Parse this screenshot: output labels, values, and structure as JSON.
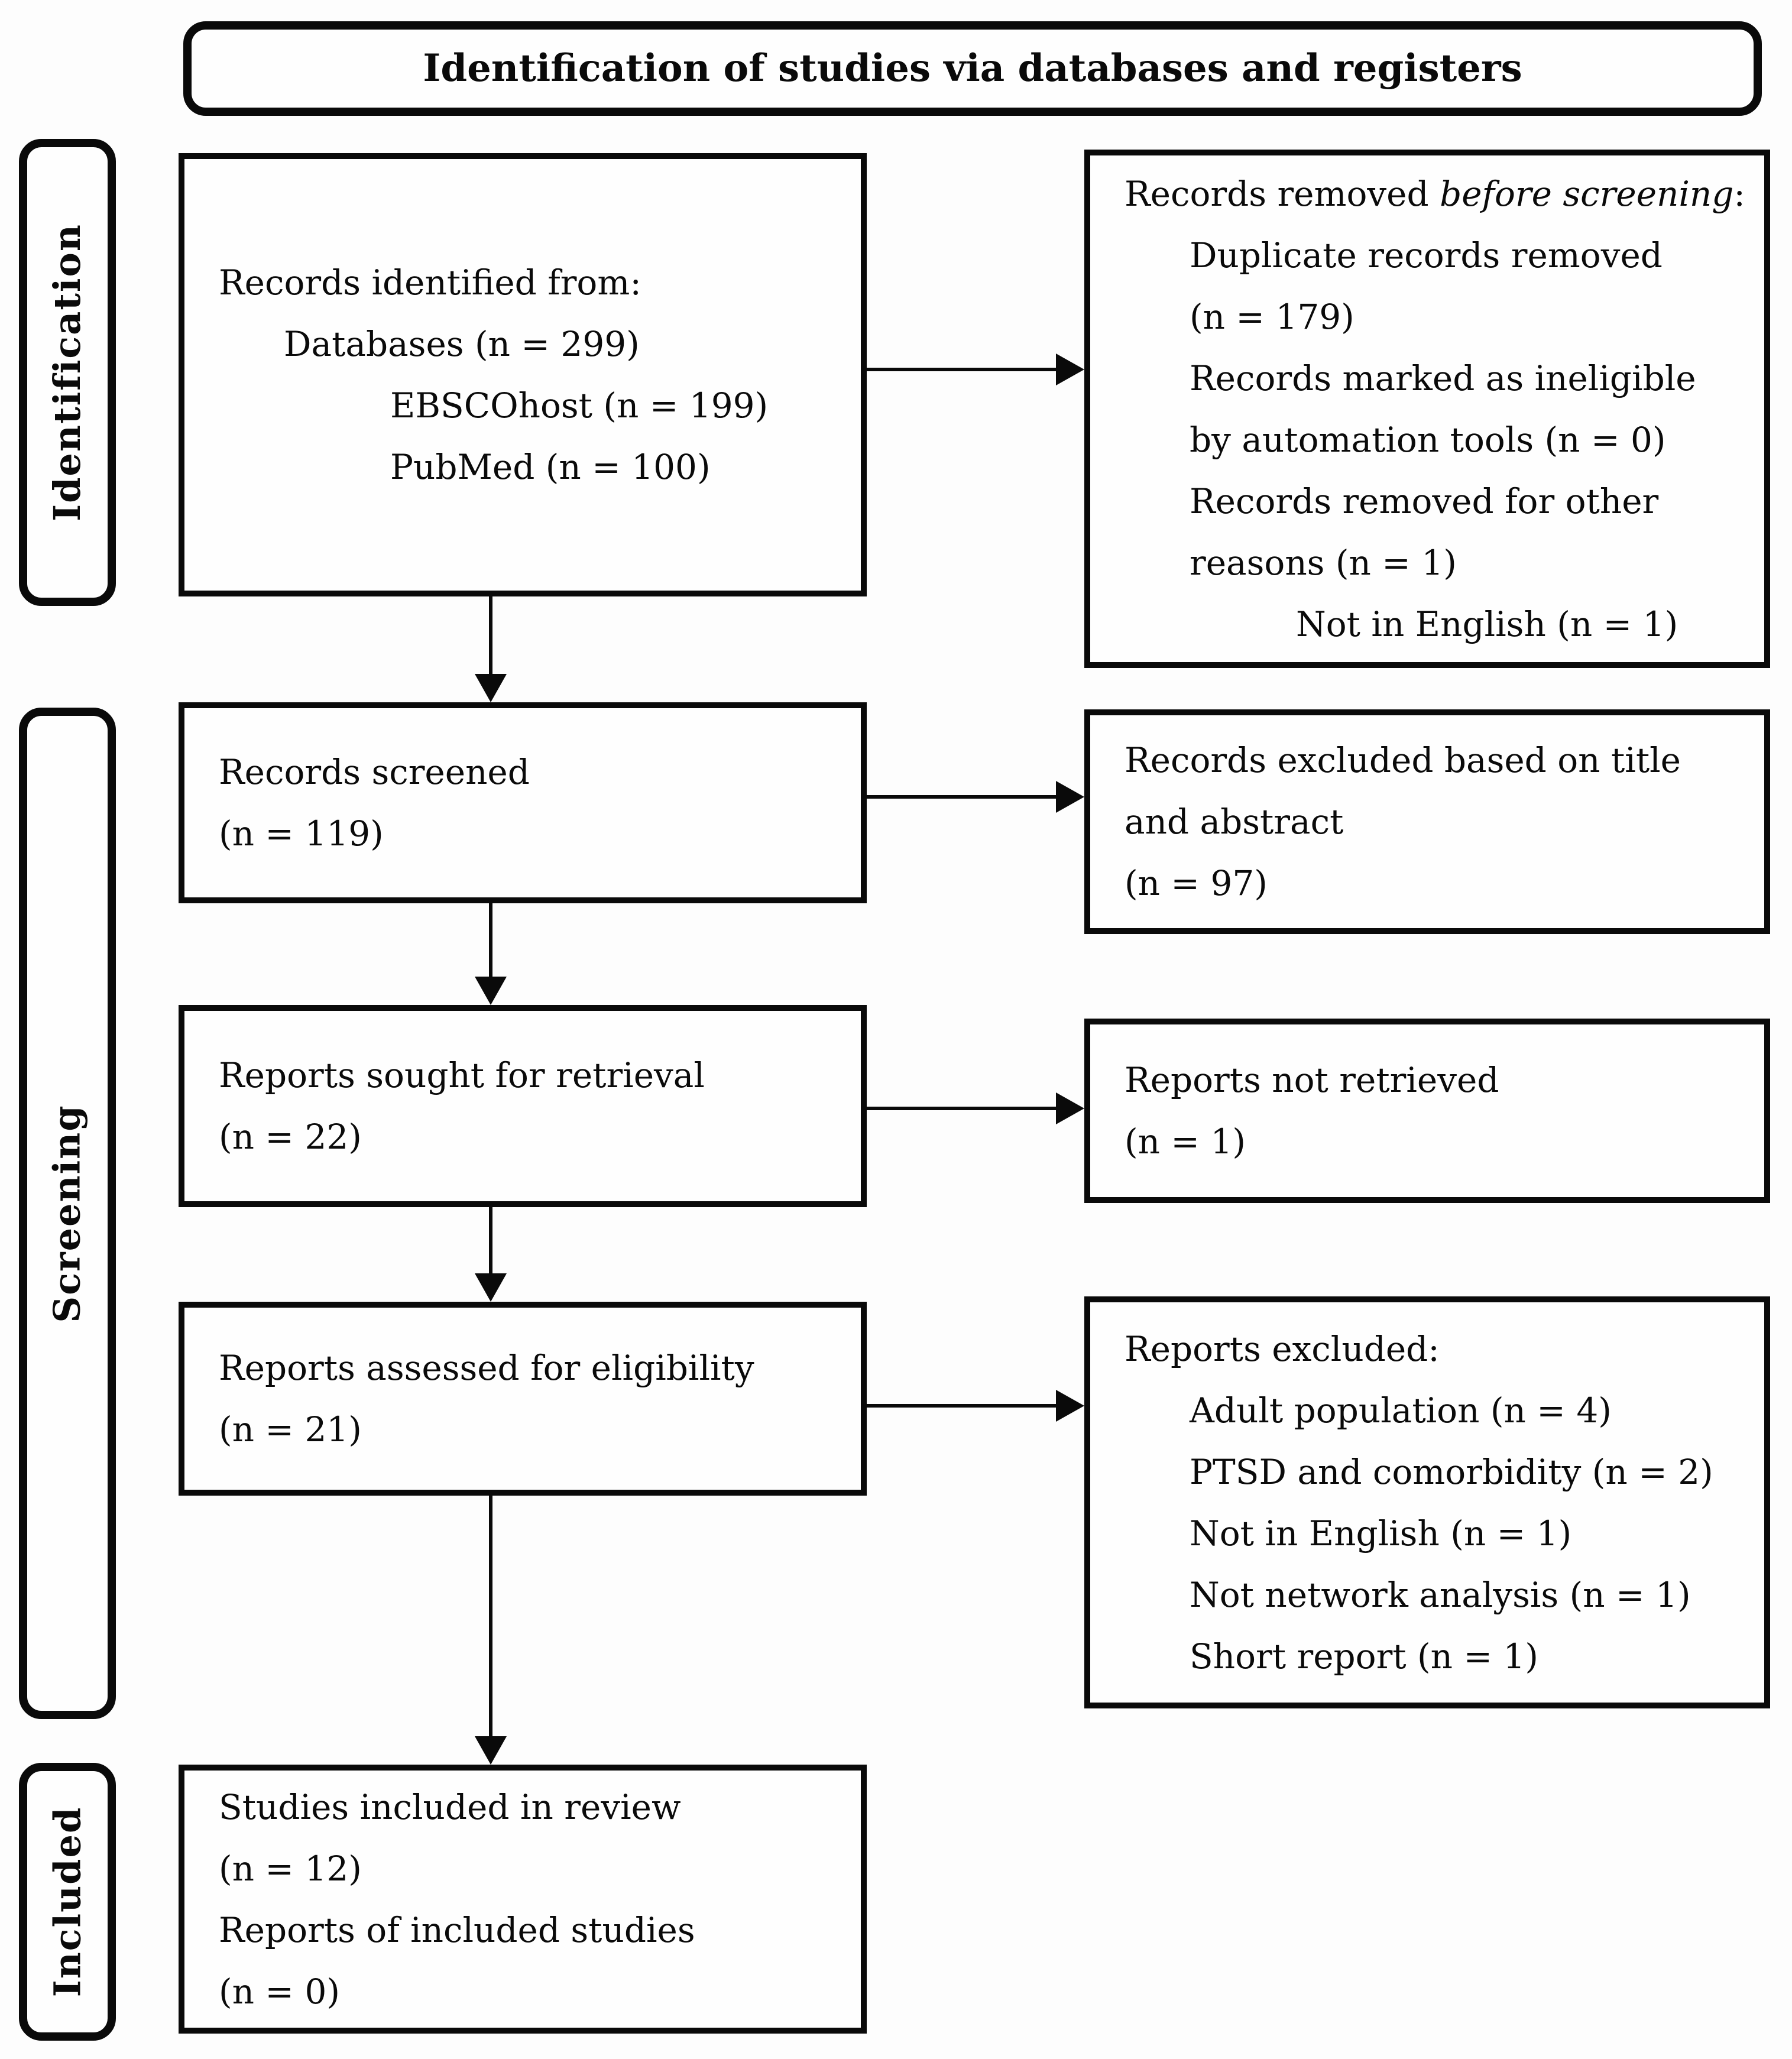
{
  "title": "Identification of studies via databases and registers",
  "sidebar": {
    "identification": "Identification",
    "screening": "Screening",
    "included": "Included"
  },
  "boxes": {
    "records_identified": {
      "header": "Records identified from:",
      "databases": "Databases (n = 299)",
      "sources": [
        "EBSCOhost (n = 199)",
        "PubMed (n = 100)"
      ]
    },
    "records_removed": {
      "header_prefix": "Records removed ",
      "header_italic": "before screening",
      "header_suffix": ":",
      "lines": [
        "Duplicate records removed",
        "(n = 179)",
        "Records marked as ineligible",
        "by automation tools (n = 0)",
        "Records removed for other",
        "reasons (n = 1)",
        "Not in English (n = 1)"
      ]
    },
    "records_screened": {
      "label": "Records screened",
      "count": "(n = 119)"
    },
    "records_excluded": {
      "lines": [
        "Records excluded based on title",
        "and abstract",
        "(n = 97)"
      ]
    },
    "reports_sought": {
      "label": "Reports sought for retrieval",
      "count": "(n = 22)"
    },
    "reports_not_retrieved": {
      "label": "Reports not retrieved",
      "count": "(n = 1)"
    },
    "reports_assessed": {
      "label": "Reports assessed for eligibility",
      "count": "(n = 21)"
    },
    "reports_excluded": {
      "header": "Reports excluded:",
      "items": [
        "Adult population (n = 4)",
        "PTSD and comorbidity (n = 2)",
        "Not in English (n = 1)",
        "Not network analysis (n = 1)",
        "Short report (n = 1)"
      ]
    },
    "studies_included": {
      "lines": [
        "Studies included in review",
        "(n = 12)",
        "Reports of included studies",
        "(n = 0)"
      ]
    }
  },
  "colors": {
    "stroke": "#0a0a0a",
    "background": "#fdfdfd"
  }
}
